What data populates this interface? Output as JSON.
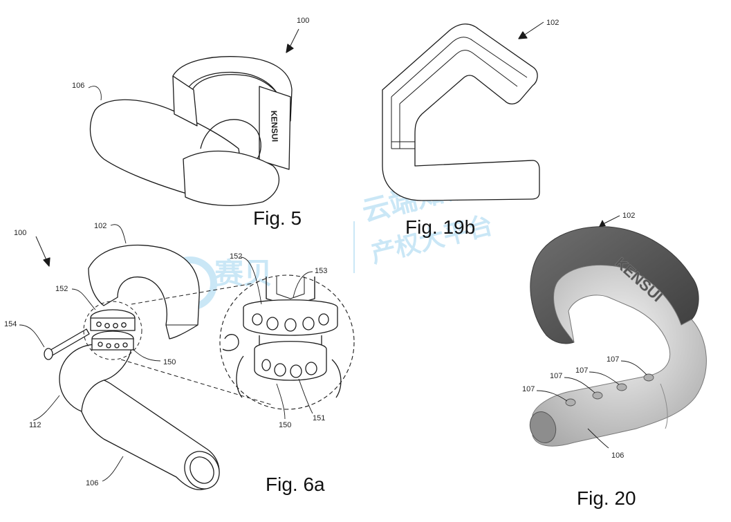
{
  "figures": {
    "fig5": {
      "caption": "Fig. 5",
      "labels": {
        "assembly": "100",
        "sleeve": "106"
      },
      "brand": "KENSUI"
    },
    "fig19b": {
      "caption": "Fig. 19b",
      "labels": {
        "hook": "102"
      }
    },
    "fig6a": {
      "caption": "Fig. 6a",
      "labels": {
        "assembly": "100",
        "hook": "102",
        "ring_upper": "152",
        "pin": "154",
        "ring_lower": "150",
        "body": "112",
        "sleeve": "106"
      },
      "detail": {
        "ring_upper": "152",
        "groove": "153",
        "ring_lower": "150",
        "holes": "151"
      }
    },
    "fig20": {
      "caption": "Fig. 20",
      "labels": {
        "hook": "102",
        "studs": [
          "107",
          "107",
          "107",
          "107"
        ],
        "sleeve": "106"
      },
      "brand": "KENSUI"
    }
  },
  "watermark": {
    "line1": "云端知识",
    "line2": "产权大平台",
    "logo": "赛贝",
    "color": "#9fd3ef"
  }
}
